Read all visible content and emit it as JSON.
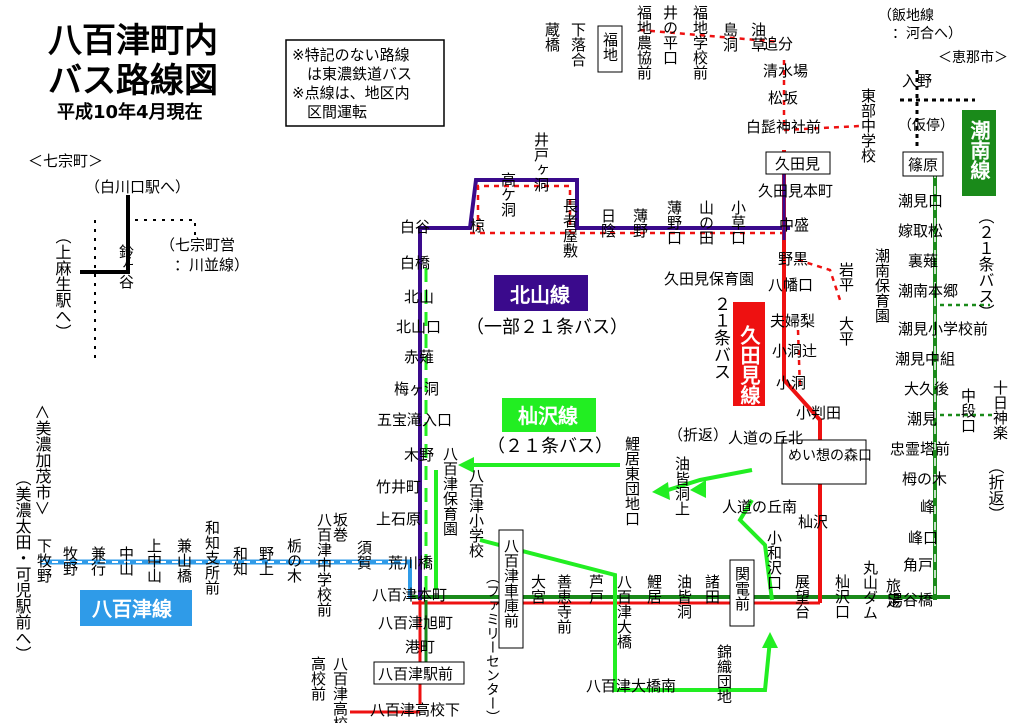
{
  "title": {
    "line1": "八百津町内",
    "line2": "バス路線図",
    "date": "平成10年4月現在"
  },
  "notes": [
    "※特記のない路線",
    "　は東濃鉄道バス",
    "※点線は、地区内",
    "　区間運転"
  ],
  "routes": {
    "kitayama": {
      "name": "北山線",
      "sub": "（一部２１条バス）",
      "color": "#3a0a8c"
    },
    "soma": {
      "name": "杣沢線",
      "sub": "（２１条バス）",
      "color": "#22ee22"
    },
    "kutami": {
      "name": "久田見線",
      "sub": "２１条バス",
      "color": "#ee1111"
    },
    "shiomi": {
      "name": "潮南線",
      "sub": "（２１条バス）",
      "color": "#1a8a1a"
    },
    "yaotsu": {
      "name": "八百津線",
      "color": "#2f9be8"
    }
  },
  "directions": {
    "nanasou": "＜七宗町＞",
    "shirakawaguchi": "（白川口駅へ）",
    "nanasou_ei": [
      "（七宗町営",
      "：川並線）"
    ],
    "ena": "＜恵那市＞",
    "iijisen": [
      "（飯地線",
      "：河合へ）"
    ],
    "minokamo": "＜美濃加茂市＞",
    "minoota": "（美濃太田・可児駅前へ）",
    "kamiasou": "（上麻生駅へ）",
    "orikaeshi_1": "（折返）",
    "orikaeshi_2": "（折返）",
    "kari_tei": "（仮停）"
  },
  "stops": {
    "suzugaya": "鈴ヶ谷",
    "kurahashi": "蔵橋",
    "shimoochiai": "下落合",
    "fukuchi": "福地",
    "fukuchi_nokyo": "福地農協前",
    "inohira": "井の平口",
    "fukuchi_gakko": "福地学校前",
    "shimahora": "島洞",
    "aburakusa": "油草",
    "oiwake": "追分",
    "shimizuba": "清水場",
    "irino": "入野",
    "matsuzaka": "松坂",
    "shirahige": "白髭神社前",
    "tobu_chu": "東部中学校",
    "shinohara": "篠原",
    "kutami": "久田見",
    "kutami_honmachi": "久田見本町",
    "ikado": "井戸ヶ洞",
    "takado": "高ケ洞",
    "nagayashiki": "長者屋敷",
    "shirotani": "白谷",
    "mukunoki": "椋",
    "hikage": "日陰",
    "usuno": "薄野",
    "usunoguchi": "薄野口",
    "yamanota": "山の田",
    "kogusa": "小草口",
    "nakamori": "中盛",
    "nomichi": "野黒",
    "iwadaira": "岩平",
    "ohira": "大平",
    "kutami_hoikuen": "久田見保育園",
    "hachiman": "八幡口",
    "meoto": "夫婦梨",
    "kobora_tsuji": "小洞辻",
    "kobora": "小洞",
    "shirahashi": "白橋",
    "kitayama": "北山",
    "kitayamaguchi": "北山口",
    "akanagi": "赤薙",
    "umegahora": "梅ヶ洞",
    "gohou": "五宝滝入口",
    "kino": "木野",
    "takeimachi": "竹井町",
    "kamiishihara": "上石原",
    "arakawabashi": "荒川橋",
    "yaotsu_honmachi": "八百津本町",
    "yaotsu_asahi": "八百津旭町",
    "minatomachi": "港町",
    "yaotsu_ekimae": "八百津駅前",
    "yaotsu_koko": "八百津高校下",
    "koko_mae": "高校前",
    "yaotsu_hoiku": "八百津保育園",
    "yaotsu_sho": "八百津小学校",
    "family": "（ファミリーセンター）",
    "shako": "八百津車庫前",
    "omiya": "大宮",
    "zenkei": "善恵寺前",
    "ashido": "芦戸",
    "yaotsu_ohashi": "八百津大橋",
    "yaotsu_ohashi_minami": "八百津大橋南",
    "kogui": "鯉居",
    "koigai_higashi": "鯉居東団地口",
    "aburainoura": "油皆洞",
    "aburaino_kami": "油皆洞上",
    "morota": "諸田",
    "kanden": "関電前",
    "nishiki": "錦織団地",
    "hitomichi_kita": "人道の丘北",
    "hitomichi_minami": "人道の丘南",
    "kowazawa": "小和沢口",
    "tenbodai": "展望台",
    "meisou": "めい想の森口",
    "somazawa": "杣沢",
    "somazawa_guchi": "杣沢口",
    "kosoda": "小判田",
    "maruyama_dam": "丸山ダム",
    "tabitari": "旅足",
    "yutani": "湯谷橋",
    "kadoide": "角戸",
    "minekawa": "峰口",
    "mine": "峰",
    "kakinoki": "栂の木",
    "churei": "忠霊塔前",
    "shiomi": "潮見",
    "okubo": "大久後",
    "shiomi_nakagumi": "潮見中組",
    "shiomi_sho": "潮見小学校前",
    "shiominami_hongo": "潮南本郷",
    "shiominami_hoiku": "潮南保育園",
    "uranagi": "裏薙",
    "yomegato": "嫁取松",
    "shiomiguchi": "潮見口",
    "nakadan": "中段口",
    "tokamiyashiro": "十日神楽",
    "sakasa": "坂巻",
    "yaotsu_chu": "八百津中学校前",
    "tochinoki": "栃の木",
    "sukiya": "須賀",
    "nonoue": "野上",
    "wachi": "和知",
    "wachi_shisho": "和知支所前",
    "kaneyama_bashi": "兼山橋",
    "kamichuuzan": "上中山",
    "chuuzan": "中山",
    "kaneyuki": "兼行",
    "makino": "牧野",
    "shimomakino": "下牧野"
  }
}
